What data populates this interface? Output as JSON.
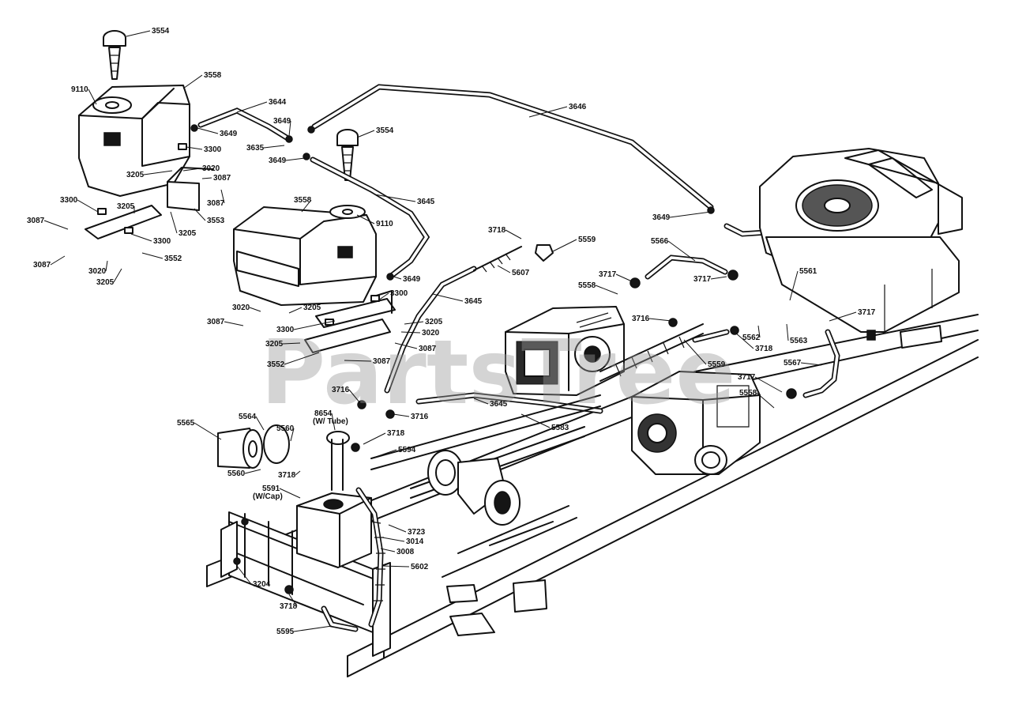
{
  "watermark": "PartsTree",
  "callouts": [
    {
      "id": "c0",
      "text": "3554"
    },
    {
      "id": "c1",
      "text": "3558"
    },
    {
      "id": "c2",
      "text": "9110"
    },
    {
      "id": "c3",
      "text": "3644"
    },
    {
      "id": "c4",
      "text": "3646"
    },
    {
      "id": "c5",
      "text": "3649"
    },
    {
      "id": "c6",
      "text": "3649"
    },
    {
      "id": "c7",
      "text": "3635"
    },
    {
      "id": "c8",
      "text": "3649"
    },
    {
      "id": "c9",
      "text": "3554"
    },
    {
      "id": "c10",
      "text": "3300"
    },
    {
      "id": "c11",
      "text": "3205"
    },
    {
      "id": "c12",
      "text": "3020"
    },
    {
      "id": "c13",
      "text": "3087"
    },
    {
      "id": "c14",
      "text": "3087"
    },
    {
      "id": "c15",
      "text": "3300"
    },
    {
      "id": "c16",
      "text": "3205"
    },
    {
      "id": "c17",
      "text": "3553"
    },
    {
      "id": "c18",
      "text": "3087"
    },
    {
      "id": "c19",
      "text": "3205"
    },
    {
      "id": "c20",
      "text": "3300"
    },
    {
      "id": "c21",
      "text": "3552"
    },
    {
      "id": "c22",
      "text": "3087"
    },
    {
      "id": "c23",
      "text": "3020"
    },
    {
      "id": "c24",
      "text": "3205"
    },
    {
      "id": "c25",
      "text": "3558"
    },
    {
      "id": "c26",
      "text": "3645"
    },
    {
      "id": "c27",
      "text": "9110"
    },
    {
      "id": "c28",
      "text": "3649"
    },
    {
      "id": "c29",
      "text": "3649"
    },
    {
      "id": "c30",
      "text": "3718"
    },
    {
      "id": "c31",
      "text": "5559"
    },
    {
      "id": "c32",
      "text": "5566"
    },
    {
      "id": "c33",
      "text": "3717"
    },
    {
      "id": "c34",
      "text": "3717"
    },
    {
      "id": "c35",
      "text": "5558"
    },
    {
      "id": "c36",
      "text": "5607"
    },
    {
      "id": "c37",
      "text": "5561"
    },
    {
      "id": "c38",
      "text": "3645"
    },
    {
      "id": "c39",
      "text": "3300"
    },
    {
      "id": "c40",
      "text": "3020"
    },
    {
      "id": "c41",
      "text": "3205"
    },
    {
      "id": "c42",
      "text": "3087"
    },
    {
      "id": "c43",
      "text": "3300"
    },
    {
      "id": "c44",
      "text": "3205"
    },
    {
      "id": "c45",
      "text": "3020"
    },
    {
      "id": "c46",
      "text": "3205"
    },
    {
      "id": "c47",
      "text": "3087"
    },
    {
      "id": "c48",
      "text": "3552"
    },
    {
      "id": "c49",
      "text": "3087"
    },
    {
      "id": "c50",
      "text": "3716"
    },
    {
      "id": "c51",
      "text": "3717"
    },
    {
      "id": "c52",
      "text": "5562"
    },
    {
      "id": "c53",
      "text": "5563"
    },
    {
      "id": "c54",
      "text": "3718"
    },
    {
      "id": "c55",
      "text": "5559"
    },
    {
      "id": "c56",
      "text": "5567"
    },
    {
      "id": "c57",
      "text": "3717"
    },
    {
      "id": "c58",
      "text": "5558"
    },
    {
      "id": "c59",
      "text": "3716"
    },
    {
      "id": "c60",
      "text": "3716"
    },
    {
      "id": "c61",
      "text": "3645"
    },
    {
      "id": "c62",
      "text": "5583"
    },
    {
      "id": "c63",
      "text": "5565"
    },
    {
      "id": "c64",
      "text": "5564"
    },
    {
      "id": "c65",
      "text": "5560"
    },
    {
      "id": "c66",
      "text": "8654"
    },
    {
      "id": "c67",
      "text": "(W/ Tube)"
    },
    {
      "id": "c68",
      "text": "3718"
    },
    {
      "id": "c69",
      "text": "5594"
    },
    {
      "id": "c70",
      "text": "5560"
    },
    {
      "id": "c71",
      "text": "3718"
    },
    {
      "id": "c72",
      "text": "5591"
    },
    {
      "id": "c73",
      "text": "(W/Cap)"
    },
    {
      "id": "c74",
      "text": "3723"
    },
    {
      "id": "c75",
      "text": "3014"
    },
    {
      "id": "c76",
      "text": "3008"
    },
    {
      "id": "c77",
      "text": "5602"
    },
    {
      "id": "c78",
      "text": "3204"
    },
    {
      "id": "c79",
      "text": "3718"
    },
    {
      "id": "c80",
      "text": "5595"
    }
  ]
}
